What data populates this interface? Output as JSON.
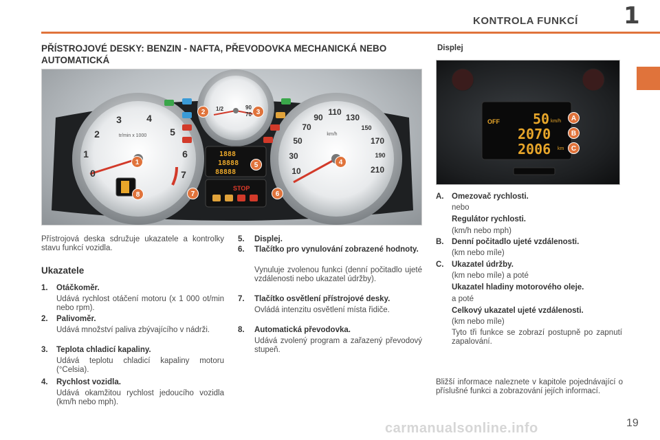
{
  "header": {
    "section_title": "KONTROLA FUNKCÍ",
    "chapter_number": "1",
    "accent_color": "#e0733b"
  },
  "main_title": "PŘÍSTROJOVÉ DESKY: BENZIN - NAFTA, PŘEVODOVKA MECHANICKÁ NEBO AUTOMATICKÁ",
  "display_title": "Displej",
  "dashboard": {
    "badges": [
      "1",
      "2",
      "3",
      "4",
      "5",
      "6",
      "7",
      "8"
    ],
    "tacho_ticks": [
      "0",
      "1",
      "2",
      "3",
      "4",
      "5",
      "6",
      "7"
    ],
    "tacho_unit": "tr/min x 1000",
    "speedo_ticks": [
      "10",
      "30",
      "50",
      "70",
      "90",
      "110",
      "130",
      "150",
      "170",
      "190",
      "210"
    ],
    "speedo_unit": "km/h",
    "fuel_marks": [
      "1/2"
    ],
    "temp_marks": [
      "90",
      "70"
    ],
    "display_lines": [
      "1888",
      "18888",
      "88888"
    ],
    "stop_label": "STOP"
  },
  "display_photo": {
    "badges": [
      "A",
      "B",
      "C"
    ],
    "off_label": "OFF",
    "speed_value": "50",
    "speed_unit": "km/h",
    "odo_value": "2070",
    "trip_value": "2006",
    "trip_unit": "km"
  },
  "intro": "Přístrojová deska sdružuje ukazatele a kontrolky stavu funkcí vozidla.",
  "gauges_heading": "Ukazatele",
  "left_items": [
    {
      "num": "1.",
      "title": "Otáčkoměr.",
      "text": "Udává rychlost otáčení motoru (x 1 000 ot/min nebo rpm)."
    },
    {
      "num": "2.",
      "title": "Palivoměr.",
      "text": "Udává množství paliva zbývajícího v nádrži."
    },
    {
      "num": "3.",
      "title": "Teplota chladicí kapaliny.",
      "text": "Udává teplotu chladicí kapaliny motoru (°Celsia)."
    },
    {
      "num": "4.",
      "title": "Rychlost vozidla.",
      "text": "Udává okamžitou rychlost jedoucího vozidla (km/h nebo mph)."
    }
  ],
  "mid_items": [
    {
      "num": "5.",
      "title": "Displej.",
      "text": ""
    },
    {
      "num": "6.",
      "title": "Tlačítko pro vynulování zobrazené hodnoty.",
      "text": "Vynuluje zvolenou funkci (denní počitadlo ujeté vzdálenosti nebo ukazatel údržby)."
    },
    {
      "num": "7.",
      "title": "Tlačítko osvětlení přístrojové desky.",
      "text": "Ovládá intenzitu osvětlení místa řidiče."
    },
    {
      "num": "8.",
      "title": "Automatická převodovka.",
      "text": "Udává zvolený program a zařazený převodový stupeň."
    }
  ],
  "right_items": {
    "a_letter": "A.",
    "a_title": "Omezovač rychlosti.",
    "a_or": "nebo",
    "a_title2": "Regulátor rychlosti.",
    "a_unit": "(km/h nebo mph)",
    "b_letter": "B.",
    "b_title": "Denní počitadlo ujeté vzdálenosti.",
    "b_unit": "(km nebo míle)",
    "c_letter": "C.",
    "c_title": "Ukazatel údržby.",
    "c_unit": "(km nebo míle) a poté",
    "c_sub1": "Ukazatel hladiny motorového oleje.",
    "c_then": "a poté",
    "c_sub2": "Celkový ukazatel ujeté vzdálenosti.",
    "c_unit2": "(km nebo míle)",
    "c_note": "Tyto tři funkce se zobrazí postupně po zapnutí zapalování."
  },
  "footer_note": "Bližší informace naleznete v kapitole pojednávající o příslušné funkci a zobrazování jejích informací.",
  "page_number": "19",
  "watermark": "carmanualsonline.info"
}
